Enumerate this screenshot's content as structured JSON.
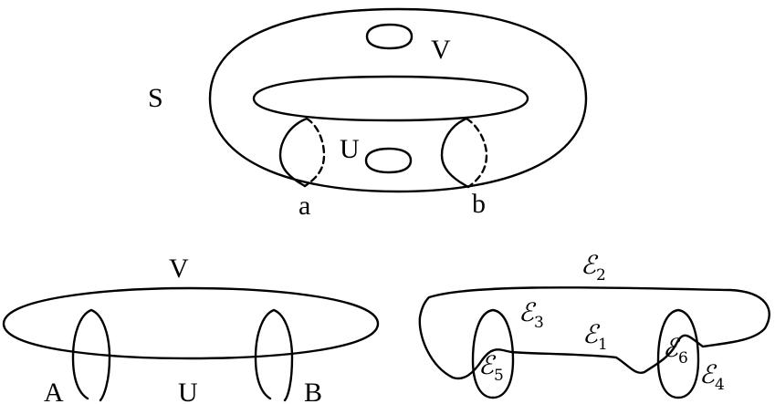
{
  "torus_panel": {
    "labels": {
      "surface": "S",
      "region_top": "V",
      "region_bottom": "U",
      "curve_left": "a",
      "curve_right": "b"
    }
  },
  "cut_panel": {
    "labels": {
      "region_top": "V",
      "region_bottom": "U",
      "left_curve": "A",
      "right_curve": "B"
    }
  },
  "regions_panel": {
    "labels": [
      {
        "letter": "ℰ",
        "sub": "2"
      },
      {
        "letter": "ℰ",
        "sub": "3"
      },
      {
        "letter": "ℰ",
        "sub": "1"
      },
      {
        "letter": "ℰ",
        "sub": "5"
      },
      {
        "letter": "ℰ",
        "sub": "6"
      },
      {
        "letter": "ℰ",
        "sub": "4"
      }
    ]
  },
  "colors": {
    "ink": "#000000",
    "background": "#ffffff"
  }
}
